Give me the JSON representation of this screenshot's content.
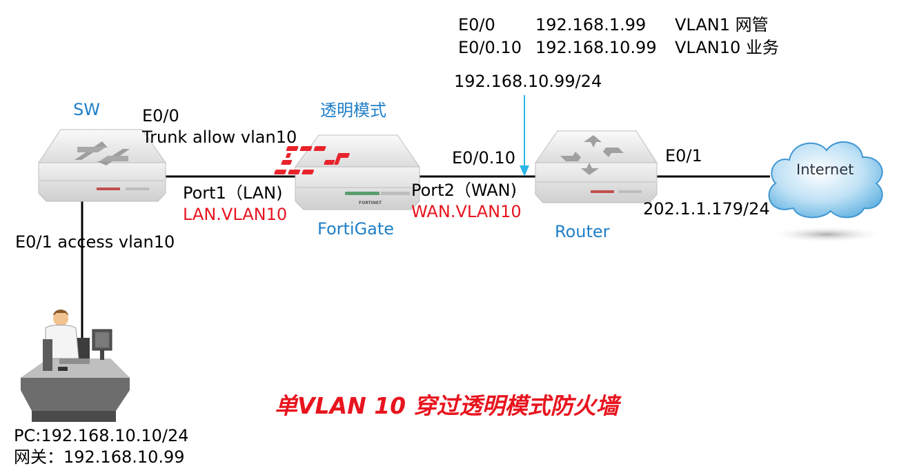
{
  "title": "单VLAN 10 穿过透明模式防火墙",
  "devices": {
    "sw": {
      "name": "SW"
    },
    "fortigate": {
      "name": "FortiGate",
      "mode": "透明模式",
      "logo_text": "FORTINET"
    },
    "router": {
      "name": "Router"
    },
    "internet": {
      "name": "Internet"
    }
  },
  "labels": {
    "sw_e00": "E0/0",
    "sw_trunk": "Trunk allow vlan10",
    "sw_e01": "E0/1 access vlan10",
    "port1": "Port1（LAN)",
    "port1_vlan": "LAN.VLAN10",
    "port2": "Port2（WAN)",
    "port2_vlan": "WAN.VLAN10",
    "router_e0010": "E0/0.10",
    "router_ip_arrow": "192.168.10.99/24",
    "router_e01": "E0/1",
    "router_wan_ip": "202.1.1.179/24",
    "pc_ip": "PC:192.168.10.10/24",
    "pc_gw": "网关：192.168.10.99"
  },
  "interface_table": [
    {
      "iface": "E0/0",
      "ip": "192.168.1.99",
      "desc": "VLAN1 网管"
    },
    {
      "iface": "E0/0.10",
      "ip": "192.168.10.99",
      "desc": "VLAN10 业务"
    }
  ],
  "colors": {
    "device_blue": "#1f7fc8",
    "vlan_red": "#e8141e",
    "arrow_cyan": "#29b6e6",
    "fortinet_red": "#e8232b"
  }
}
